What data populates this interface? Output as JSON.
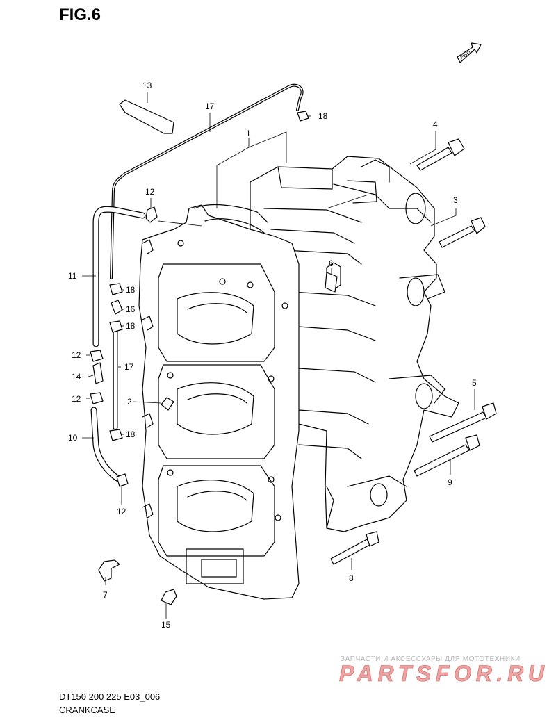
{
  "figure": {
    "title": "FIG.6",
    "fwd_label": "FWD"
  },
  "callouts": {
    "p1": "1",
    "p2": "2",
    "p3": "3",
    "p4": "4",
    "p5": "5",
    "p6": "6",
    "p7": "7",
    "p8": "8",
    "p9": "9",
    "p10": "10",
    "p11": "11",
    "p12a": "12",
    "p12b": "12",
    "p12c": "12",
    "p12d": "12",
    "p13": "13",
    "p14": "14",
    "p15": "15",
    "p16": "16",
    "p17a": "17",
    "p17b": "17",
    "p18a": "18",
    "p18b": "18",
    "p18c": "18",
    "p18d": "18"
  },
  "footer": {
    "model": "DT150 200 225 E03_006",
    "name": "CRANKCASE"
  },
  "watermark": {
    "tagline": "ЗАПЧАСТИ И АКСЕССУАРЫ ДЛЯ МОТОТЕХНИКИ",
    "logo_text": "PARTSFOR.RU",
    "color": "#d9534f"
  }
}
